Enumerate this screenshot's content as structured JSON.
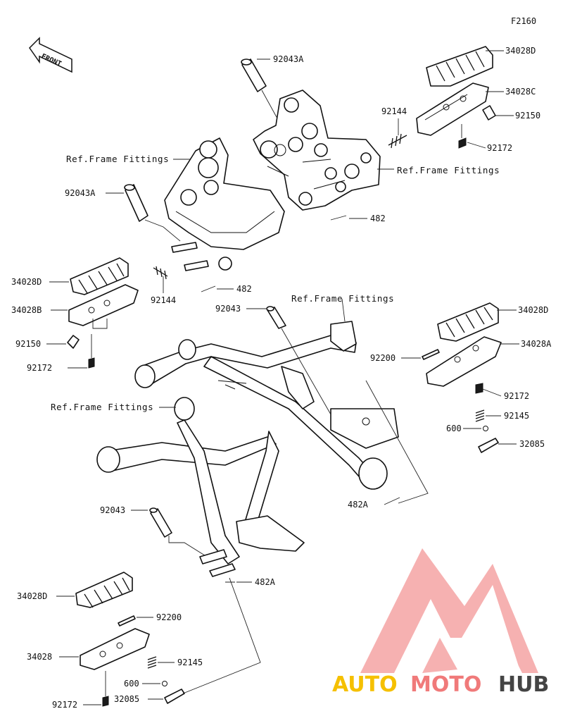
{
  "diagram_code": "F2160",
  "front_badge": "FRONT",
  "labels": {
    "l_92043A_top": "92043A",
    "l_34028D_tr": "34028D",
    "l_34028C": "34028C",
    "l_92144_r": "92144",
    "l_92150_r": "92150",
    "l_92172_tr": "92172",
    "l_ref_tl": "Ref.Frame Fittings",
    "l_ref_tr": "Ref.Frame Fittings",
    "l_482_top": "482",
    "l_92043A_l": "92043A",
    "l_34028D_l": "34028D",
    "l_34028B": "34028B",
    "l_92144_l": "92144",
    "l_482_mid": "482",
    "l_92150_l": "92150",
    "l_92172_l": "92172",
    "l_ref_mid": "Ref.Frame Fittings",
    "l_92043_mid": "92043",
    "l_ref_left": "Ref.Frame Fittings",
    "l_34028D_r2": "34028D",
    "l_92200_r": "92200",
    "l_34028A": "34028A",
    "l_92172_r2": "92172",
    "l_92145_r": "92145",
    "l_600_r": "600",
    "l_32085_r": "32085",
    "l_482A_r": "482A",
    "l_92043_low": "92043",
    "l_482A_low": "482A",
    "l_34028D_bl": "34028D",
    "l_92200_b": "92200",
    "l_34028": "34028",
    "l_92145_b": "92145",
    "l_600_b": "600",
    "l_32085_b": "32085",
    "l_92172_b": "92172"
  },
  "watermark": {
    "part1": "AUTO",
    "part2": "MOTO",
    "part3": "HUB",
    "color_light": "#f5c000",
    "color_accent": "#f07a7a",
    "color_dark": "#333333"
  }
}
